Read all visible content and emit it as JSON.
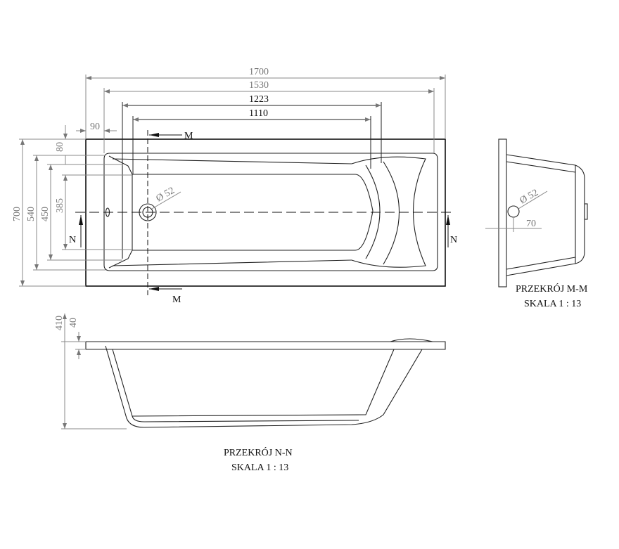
{
  "top_view": {
    "dims": {
      "length_total": "1700",
      "length_inner": "1530",
      "length_1223": "1223",
      "length_1110": "1110",
      "rim_90": "90",
      "width_total": "700",
      "width_540": "540",
      "width_450": "450",
      "width_385": "385",
      "rim_80": "80"
    },
    "drain_diameter": "Ø 52",
    "section_m": "M",
    "section_n": "N"
  },
  "section_mm": {
    "drain_diameter": "Ø 52",
    "offset": "70",
    "title": "PRZEKRÓJ M-M",
    "scale": "SKALA 1 : 13"
  },
  "section_nn": {
    "height_total": "410",
    "rim": "40",
    "title": "PRZEKRÓJ N-N",
    "scale": "SKALA 1 : 13"
  }
}
